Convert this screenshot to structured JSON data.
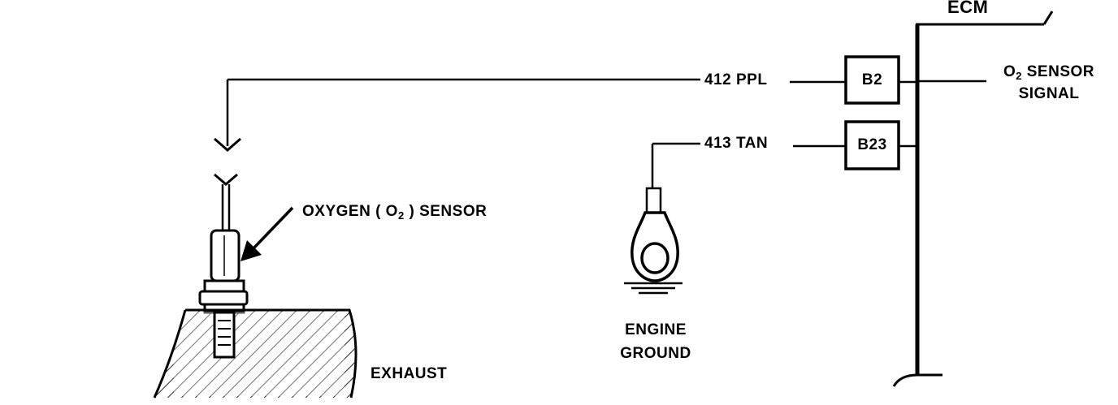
{
  "labels": {
    "ecm": "ECM",
    "wire_412": "412 PPL",
    "wire_413": "413 TAN",
    "pin_b2": "B2",
    "pin_b23": "B23",
    "signal_prefix": "O",
    "signal_sub": "2",
    "signal_line1_suffix": " SENSOR",
    "signal_line2": "SIGNAL",
    "sensor_prefix": "OXYGEN ( O",
    "sensor_sub": "2",
    "sensor_suffix": " ) SENSOR",
    "ground_line1": "ENGINE",
    "ground_line2": "GROUND",
    "exhaust": "EXHAUST"
  },
  "colors": {
    "ink": "#000000",
    "background": "#ffffff"
  }
}
